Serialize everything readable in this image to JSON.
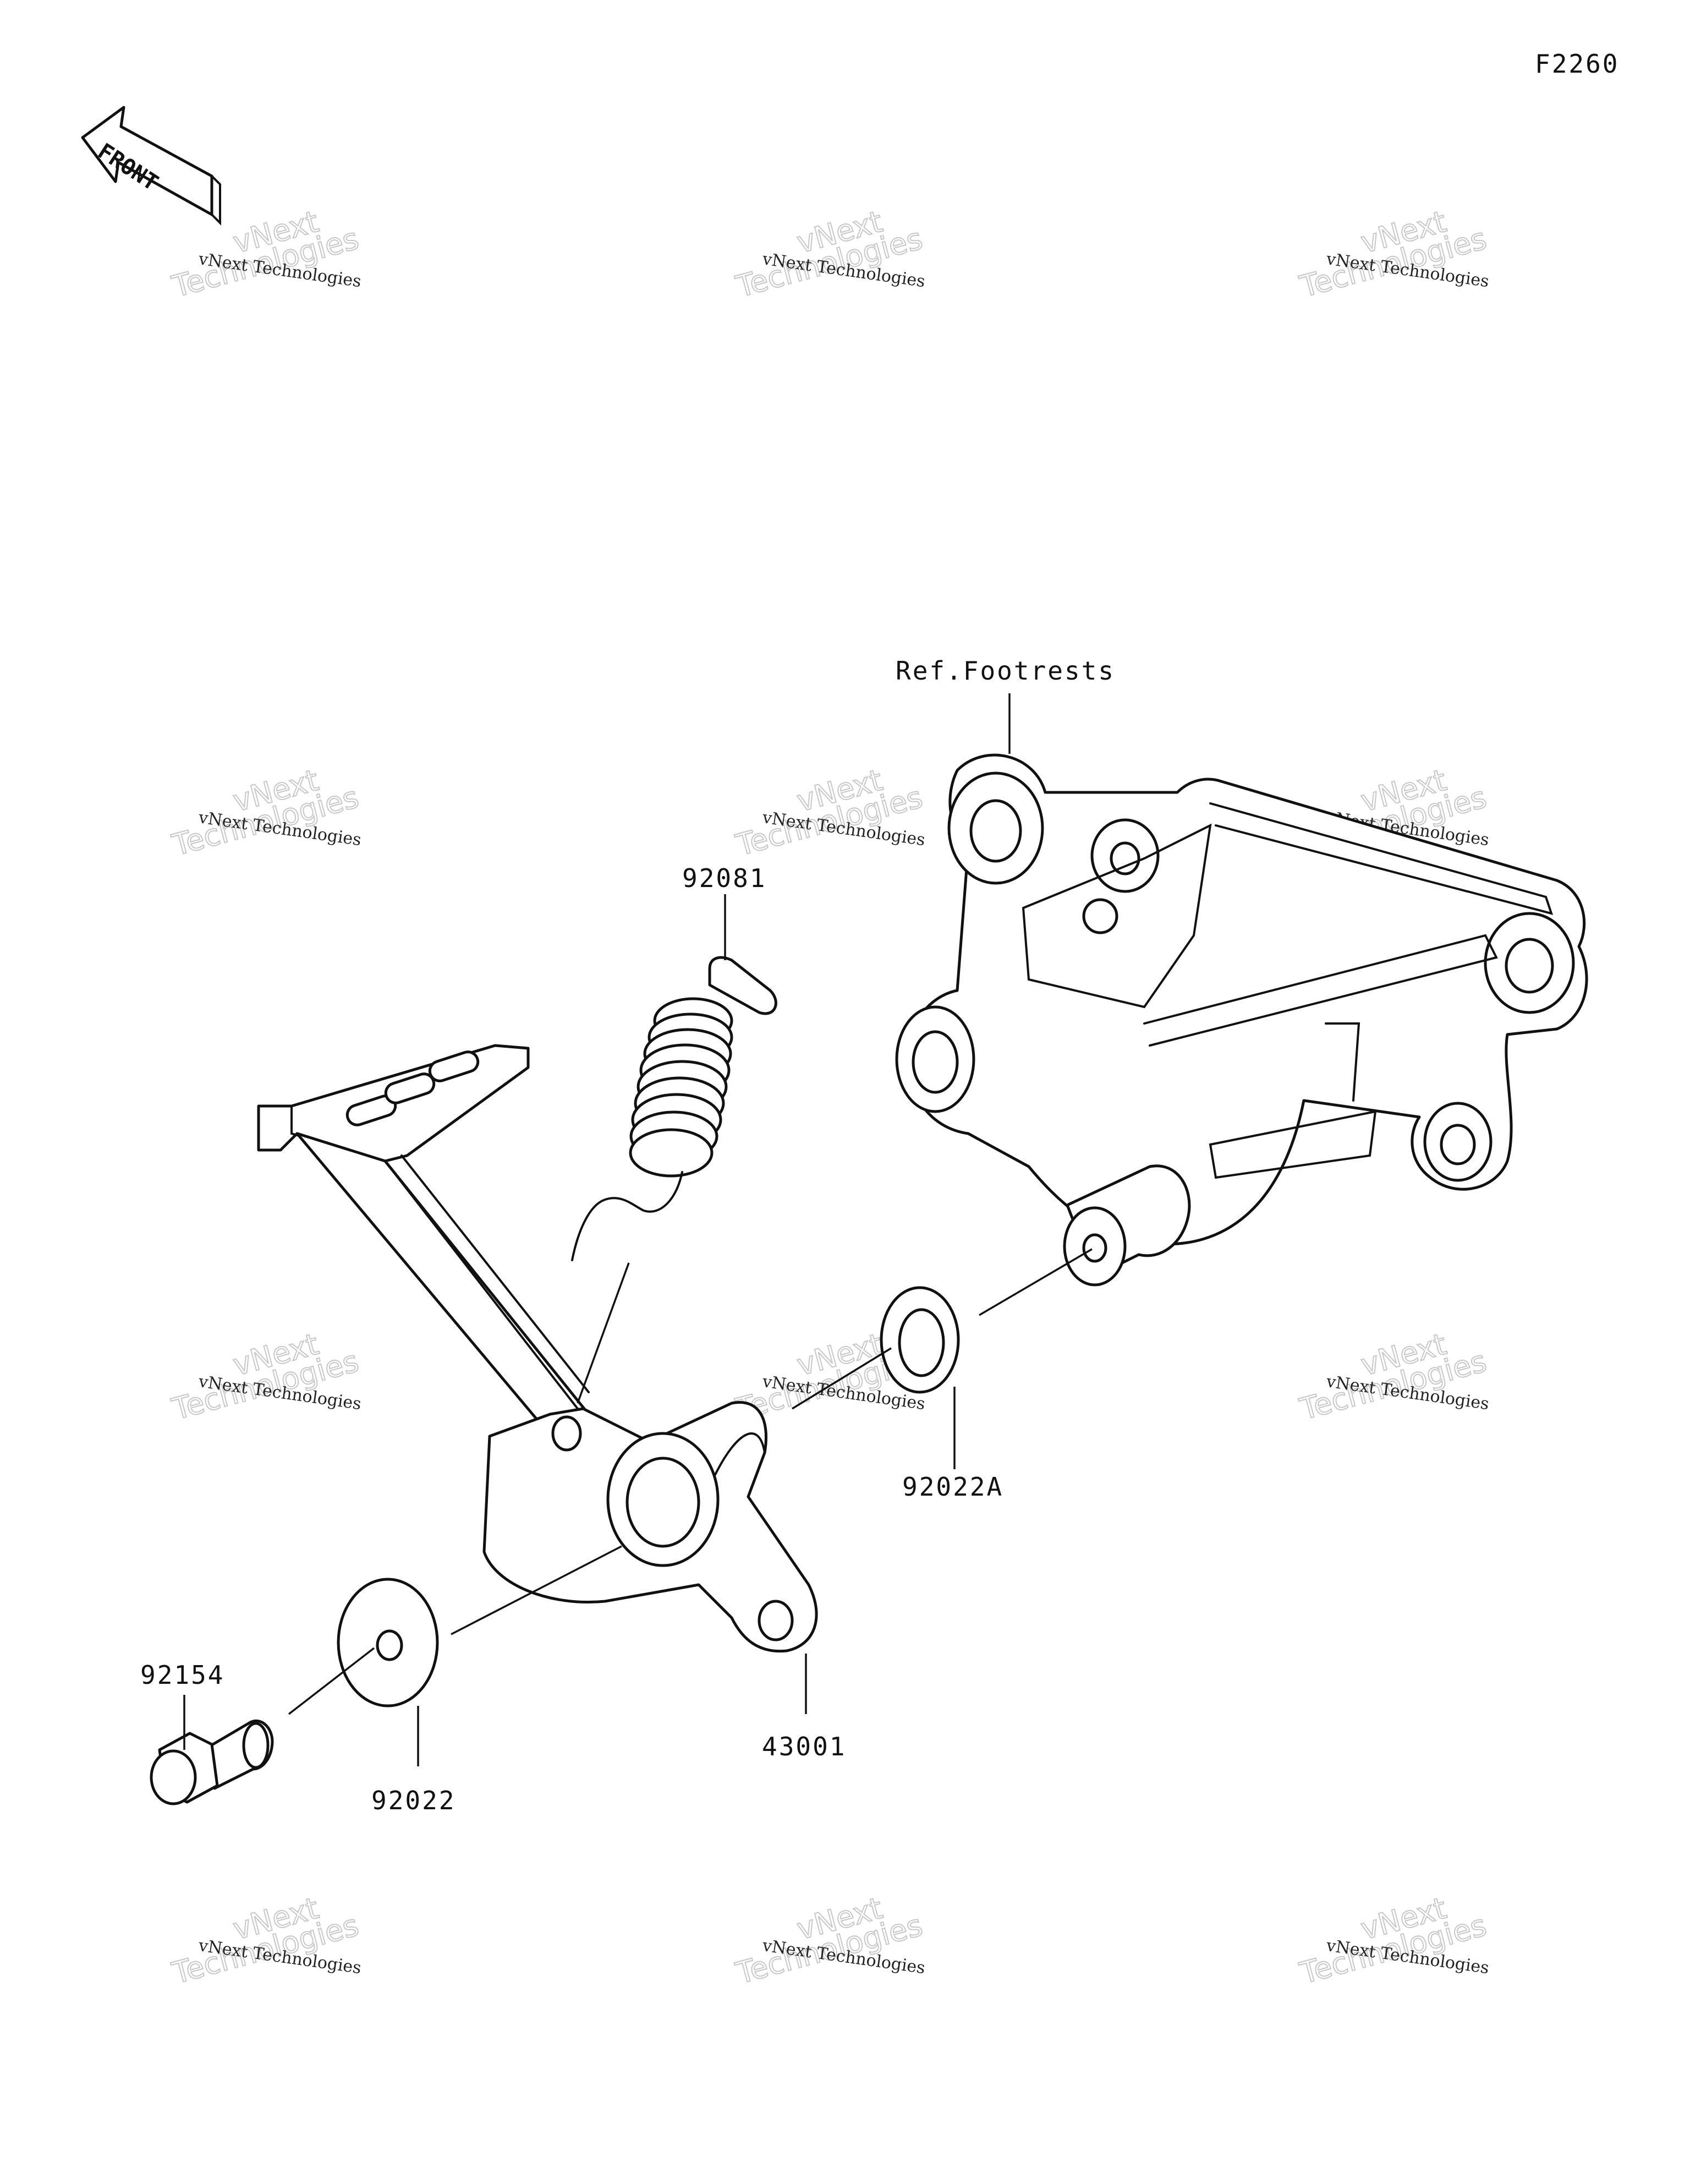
{
  "diagram_code": "F2260",
  "front_label": "FRONT",
  "watermark": {
    "line1": "vNext Technologies",
    "line2": "vNext",
    "line3": "Technologies"
  },
  "callouts": {
    "ref_footrests": "Ref.Footrests",
    "spring": "92081",
    "washer_a": "92022A",
    "bolt": "92154",
    "washer": "92022",
    "pedal": "43001"
  }
}
